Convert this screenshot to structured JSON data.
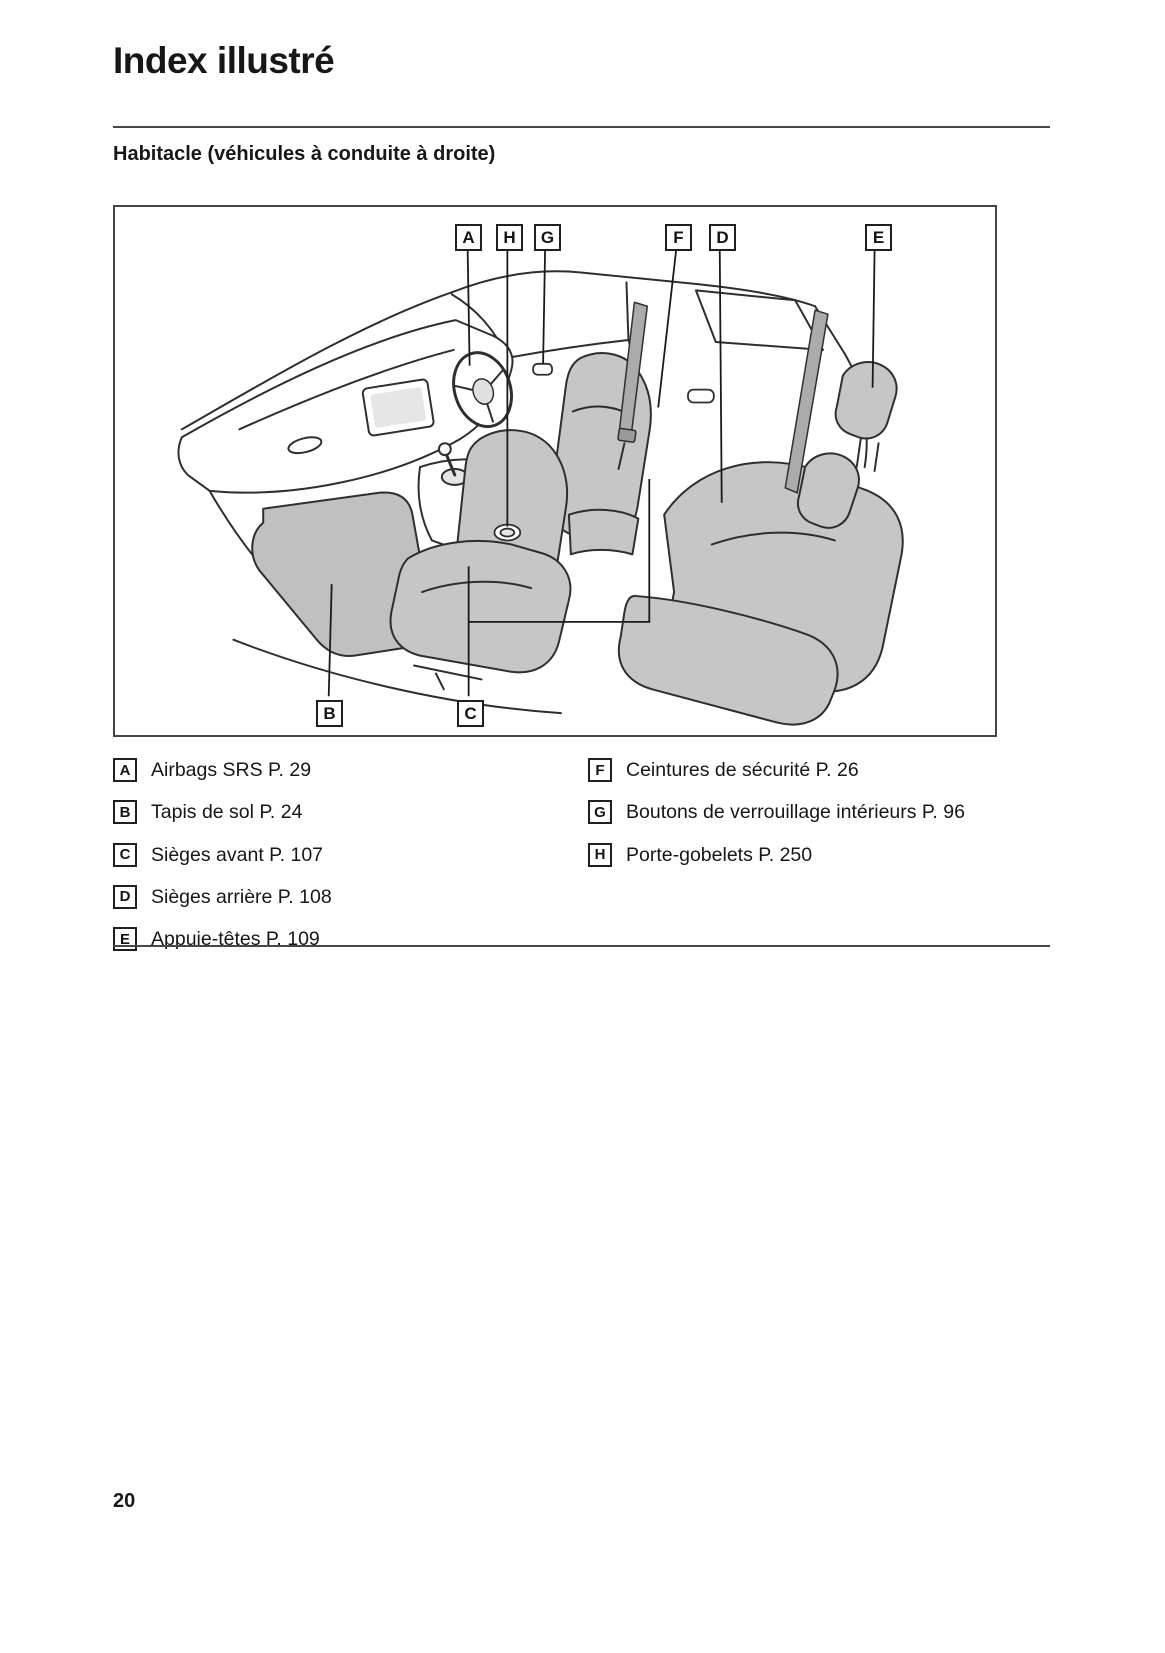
{
  "header": {
    "title": "Index illustré",
    "section": "Habitacle (véhicules à conduite à droite)"
  },
  "diagram": {
    "callouts": [
      "A",
      "H",
      "G",
      "F",
      "D",
      "E",
      "B",
      "C"
    ],
    "illustration": "car-interior-right-hand-drive",
    "colors": {
      "seat_gray": "#c6c6c6",
      "mat_gray": "#c0c0c0",
      "line": "#2e2e2e"
    }
  },
  "legend": {
    "left": [
      {
        "letter": "A",
        "text": "Airbags SRS P. 29"
      },
      {
        "letter": "B",
        "text": "Tapis de sol P. 24"
      },
      {
        "letter": "C",
        "text": "Sièges avant P. 107"
      },
      {
        "letter": "D",
        "text": "Sièges arrière P. 108"
      },
      {
        "letter": "E",
        "text": "Appuie-têtes P. 109"
      }
    ],
    "right": [
      {
        "letter": "F",
        "text": "Ceintures de sécurité P. 26"
      },
      {
        "letter": "G",
        "text": "Boutons de verrouillage intérieurs P. 96"
      },
      {
        "letter": "H",
        "text": "Porte-gobelets P. 250"
      }
    ]
  },
  "footer": {
    "page_number": "20"
  }
}
